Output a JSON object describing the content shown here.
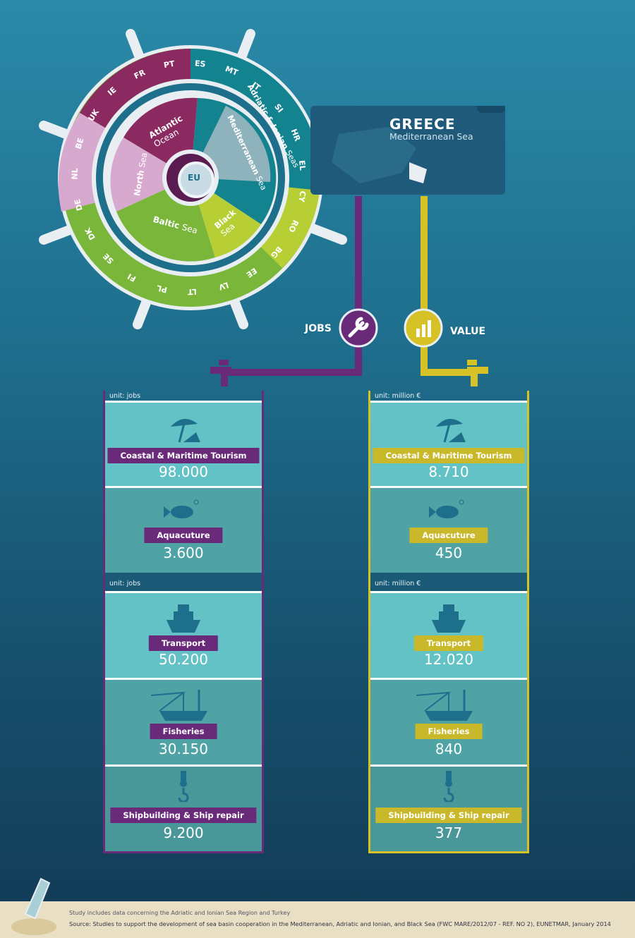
{
  "wheel": {
    "center_label": "EU",
    "seas": [
      {
        "name": "Atlantic",
        "sub": "Ocean"
      },
      {
        "name": "Adriatic & Ionian",
        "sub": "Seas"
      },
      {
        "name": "Mediterranean",
        "sub": "Sea"
      },
      {
        "name": "North",
        "sub": "Sea"
      },
      {
        "name": "Baltic",
        "sub": "Sea"
      },
      {
        "name": "Black",
        "sub": "Sea"
      }
    ],
    "countries": [
      "PT",
      "ES",
      "MT",
      "IT",
      "SI",
      "HR",
      "EL",
      "CY",
      "RO",
      "BG",
      "EE",
      "LV",
      "LT",
      "PL",
      "FI",
      "SE",
      "DK",
      "DE",
      "NL",
      "BE",
      "UK",
      "IE",
      "FR"
    ]
  },
  "banner": {
    "title": "GREECE",
    "subtitle": "Mediterranean Sea"
  },
  "pipes": {
    "jobs_label": "JOBS",
    "value_label": "VALUE"
  },
  "jobs": {
    "unit_top": "unit: jobs",
    "unit_bottom": "unit: jobs",
    "items": [
      {
        "label": "Coastal & Maritime Tourism",
        "value": "98.000"
      },
      {
        "label": "Aquacuture",
        "value": "3.600"
      },
      {
        "label": "Transport",
        "value": "50.200"
      },
      {
        "label": "Fisheries",
        "value": "30.150"
      },
      {
        "label": "Shipbuilding & Ship repair",
        "value": "9.200"
      }
    ]
  },
  "value": {
    "unit_top": "unit: million €",
    "unit_bottom": "unit: million €",
    "items": [
      {
        "label": "Coastal & Maritime Tourism",
        "value": "8.710"
      },
      {
        "label": "Aquacuture",
        "value": "450"
      },
      {
        "label": "Transport",
        "value": "12.020"
      },
      {
        "label": "Fisheries",
        "value": "840"
      },
      {
        "label": "Shipbuilding & Ship repair",
        "value": "377"
      }
    ]
  },
  "footer": {
    "note": "Study includes data concerning the Adriatic and Ionian Sea Region and Turkey",
    "source": "Source: Studies to support the development of sea basin cooperation in the Mediterranean, Adriatic and Ionian, and Black Sea (FWC MARE/2012/07 - REF. NO 2), EUNETMAR, January 2014"
  },
  "colors": {
    "purple": "#6a2a7a",
    "yellow": "#d6c227",
    "teal": "#63c2c5",
    "green": "#8dc63f"
  }
}
